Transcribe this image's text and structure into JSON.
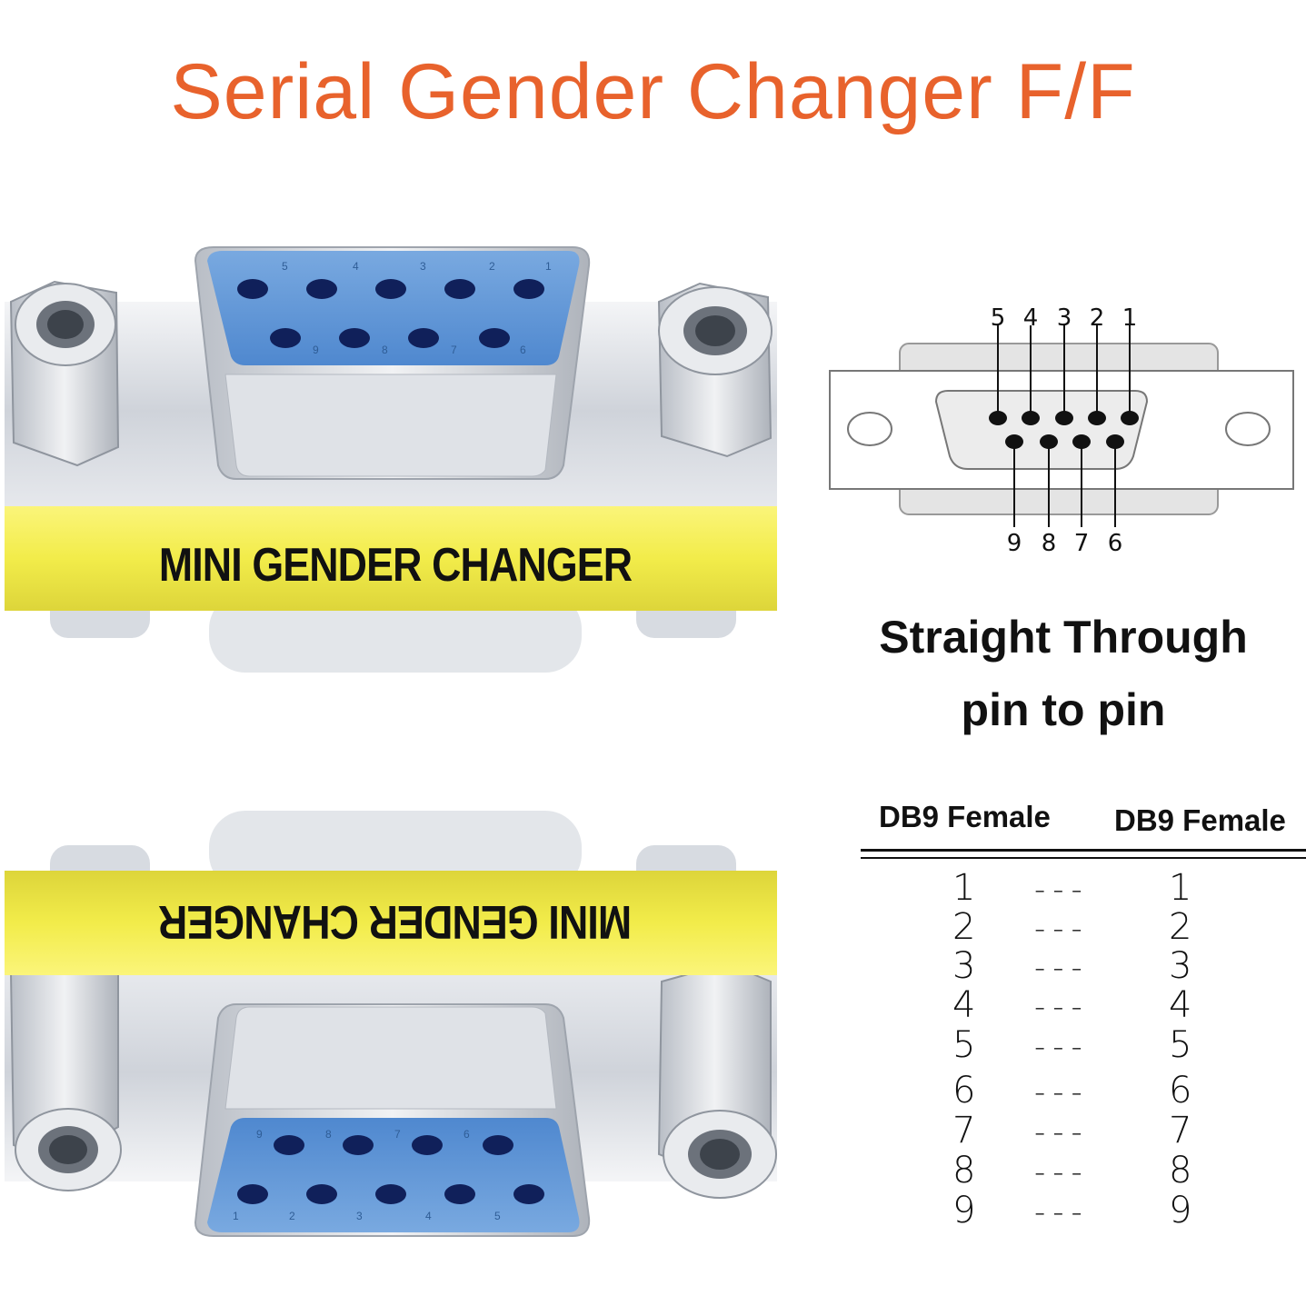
{
  "title": "Serial Gender Changer F/F",
  "product_top": {
    "label": "MINI GENDER CHANGER",
    "pin_labels_row1": [
      "5",
      "4",
      "3",
      "2",
      "1"
    ],
    "pin_labels_row2": [
      "9",
      "8",
      "7",
      "6"
    ]
  },
  "product_bottom": {
    "label": "MINI GENDER CHANGER",
    "pin_labels_row1": [
      "9",
      "8",
      "7",
      "6"
    ],
    "pin_labels_row2": [
      "5",
      "4",
      "3",
      "2",
      "1"
    ]
  },
  "pinout": {
    "top_numbers": [
      "5",
      "4",
      "3",
      "2",
      "1"
    ],
    "bottom_numbers": [
      "9",
      "8",
      "7",
      "6"
    ]
  },
  "caption": {
    "line1": "Straight Through",
    "line2": "pin to pin"
  },
  "table": {
    "header_left": "DB9 Female",
    "header_right": "DB9 Female",
    "rows": [
      {
        "left": "1",
        "sep": "---",
        "right": "1"
      },
      {
        "left": "2",
        "sep": "---",
        "right": "2"
      },
      {
        "left": "3",
        "sep": "---",
        "right": "3"
      },
      {
        "left": "4",
        "sep": "---",
        "right": "4"
      },
      {
        "left": "5",
        "sep": "---",
        "right": "5"
      },
      {
        "left": "6",
        "sep": "---",
        "right": "6"
      },
      {
        "left": "7",
        "sep": "---",
        "right": "7"
      },
      {
        "left": "8",
        "sep": "---",
        "right": "8"
      },
      {
        "left": "9",
        "sep": "---",
        "right": "9"
      }
    ]
  },
  "colors": {
    "title": "#e8622c",
    "band": "#f2ec4a",
    "pin_face": "#5b94d6",
    "pin_hole": "#10205a",
    "metal": "#cfd3da"
  }
}
